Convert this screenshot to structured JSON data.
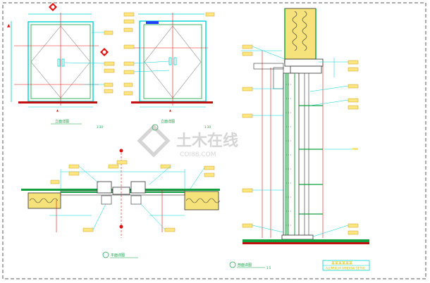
{
  "colors": {
    "background": "#ffffff",
    "frame": "#5a5a5a",
    "cyan": "#00d2d2",
    "green": "#10a040",
    "red": "#e01010",
    "magenta": "#d020d0",
    "yellow": "#ffe14a",
    "label_fill": "#ffe680",
    "label_stroke": "#c09000",
    "blue": "#2040ff",
    "dark": "#303030",
    "insulation": "#f5e27a"
  },
  "watermark": {
    "brand_cn": "土木在线",
    "brand_en": "COI88.COM"
  },
  "title_block": {
    "line1": "某某某某某某",
    "line2": "ALUMINUM WINDOW DETAIL"
  },
  "views": {
    "door_a_caption": "立面详图",
    "door_a_scale": "1:30",
    "door_b_caption": "立面详图",
    "door_b_scale": "1:30",
    "plan_caption": "平面详图",
    "section_caption": "剖面详图",
    "section_scale": "1:5"
  },
  "icons": {
    "section_marker": "diamond-section-marker-icon",
    "detail_bubble": "detail-bubble-icon"
  }
}
